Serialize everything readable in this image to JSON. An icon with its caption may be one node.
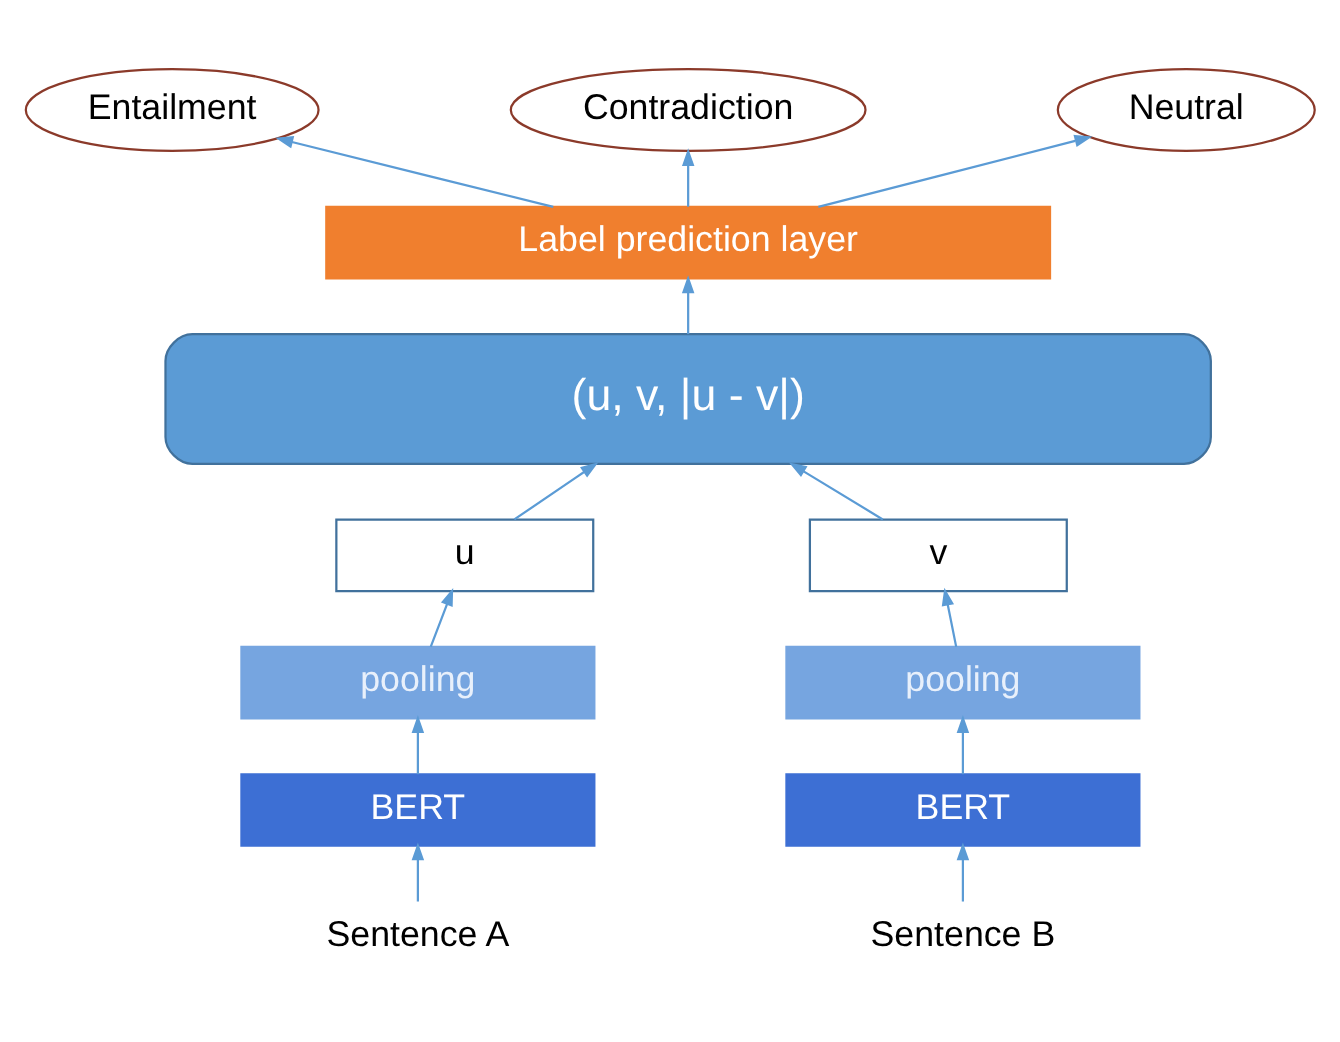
{
  "diagram": {
    "nodes": [
      {
        "text": [
          "Entailment"
        ]
      },
      {
        "text": [
          "Contradiction"
        ]
      },
      {
        "text": [
          "Neutral"
        ]
      },
      {
        "text": [
          "Label prediction layer"
        ]
      },
      {
        "text": [
          "(u, v, |u - v|)"
        ]
      },
      {
        "text": [
          "u"
        ]
      },
      {
        "text": [
          "v"
        ]
      },
      {
        "text": [
          "pooling"
        ]
      },
      {
        "text": [
          "pooling"
        ]
      },
      {
        "text": [
          "BERT"
        ]
      },
      {
        "text": [
          "BERT"
        ]
      },
      {
        "text": [
          "Sentence A"
        ]
      },
      {
        "text": [
          "Sentence B"
        ]
      }
    ],
    "edges": [
      {
        "from": 11,
        "to": 9,
        "arrow": "to"
      },
      {
        "from": 9,
        "to": 7,
        "arrow": "to"
      },
      {
        "from": 7,
        "to": 5,
        "arrow": "to"
      },
      {
        "from": 5,
        "to": 4,
        "arrow": "to"
      },
      {
        "from": 12,
        "to": 10,
        "arrow": "to"
      },
      {
        "from": 10,
        "to": 8,
        "arrow": "to"
      },
      {
        "from": 8,
        "to": 6,
        "arrow": "to"
      },
      {
        "from": 6,
        "to": 4,
        "arrow": "to"
      },
      {
        "from": 4,
        "to": 3,
        "arrow": "to"
      },
      {
        "from": 3,
        "to": 0,
        "arrow": "to"
      },
      {
        "from": 3,
        "to": 1,
        "arrow": "to"
      },
      {
        "from": 3,
        "to": 2,
        "arrow": "to"
      }
    ]
  }
}
